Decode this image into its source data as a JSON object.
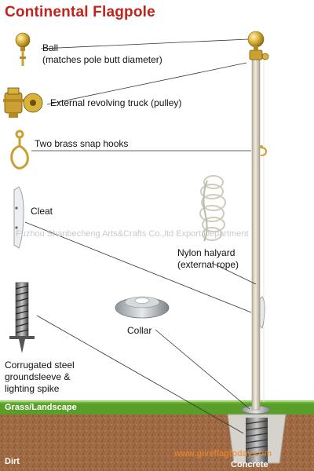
{
  "title": "Continental Flagpole",
  "labels": {
    "ball_line1": "Ball",
    "ball_line2": "(matches pole butt diameter)",
    "truck": "External revolving truck (pulley)",
    "hooks": "Two brass snap hooks",
    "cleat": "Cleat",
    "halyard_line1": "Nylon halyard",
    "halyard_line2": "(external rope)",
    "collar": "Collar",
    "spike_line1": "Corrugated steel",
    "spike_line2": "groundsleeve &",
    "spike_line3": "lighting spike"
  },
  "ground": {
    "grass": "Grass/Landscape",
    "dirt": "Dirt",
    "concrete": "Concrete"
  },
  "watermark": "Fuzhou Shanbecheng Arts&Crafts Co.,ltd Export Department",
  "site_mark": "www.giveflagtoday.com",
  "colors": {
    "title": "#c0231b",
    "grass": "#5a9e2a",
    "dirt": "#a06a45",
    "pole": "#d9d2bc",
    "brass": "#d9b23a"
  }
}
